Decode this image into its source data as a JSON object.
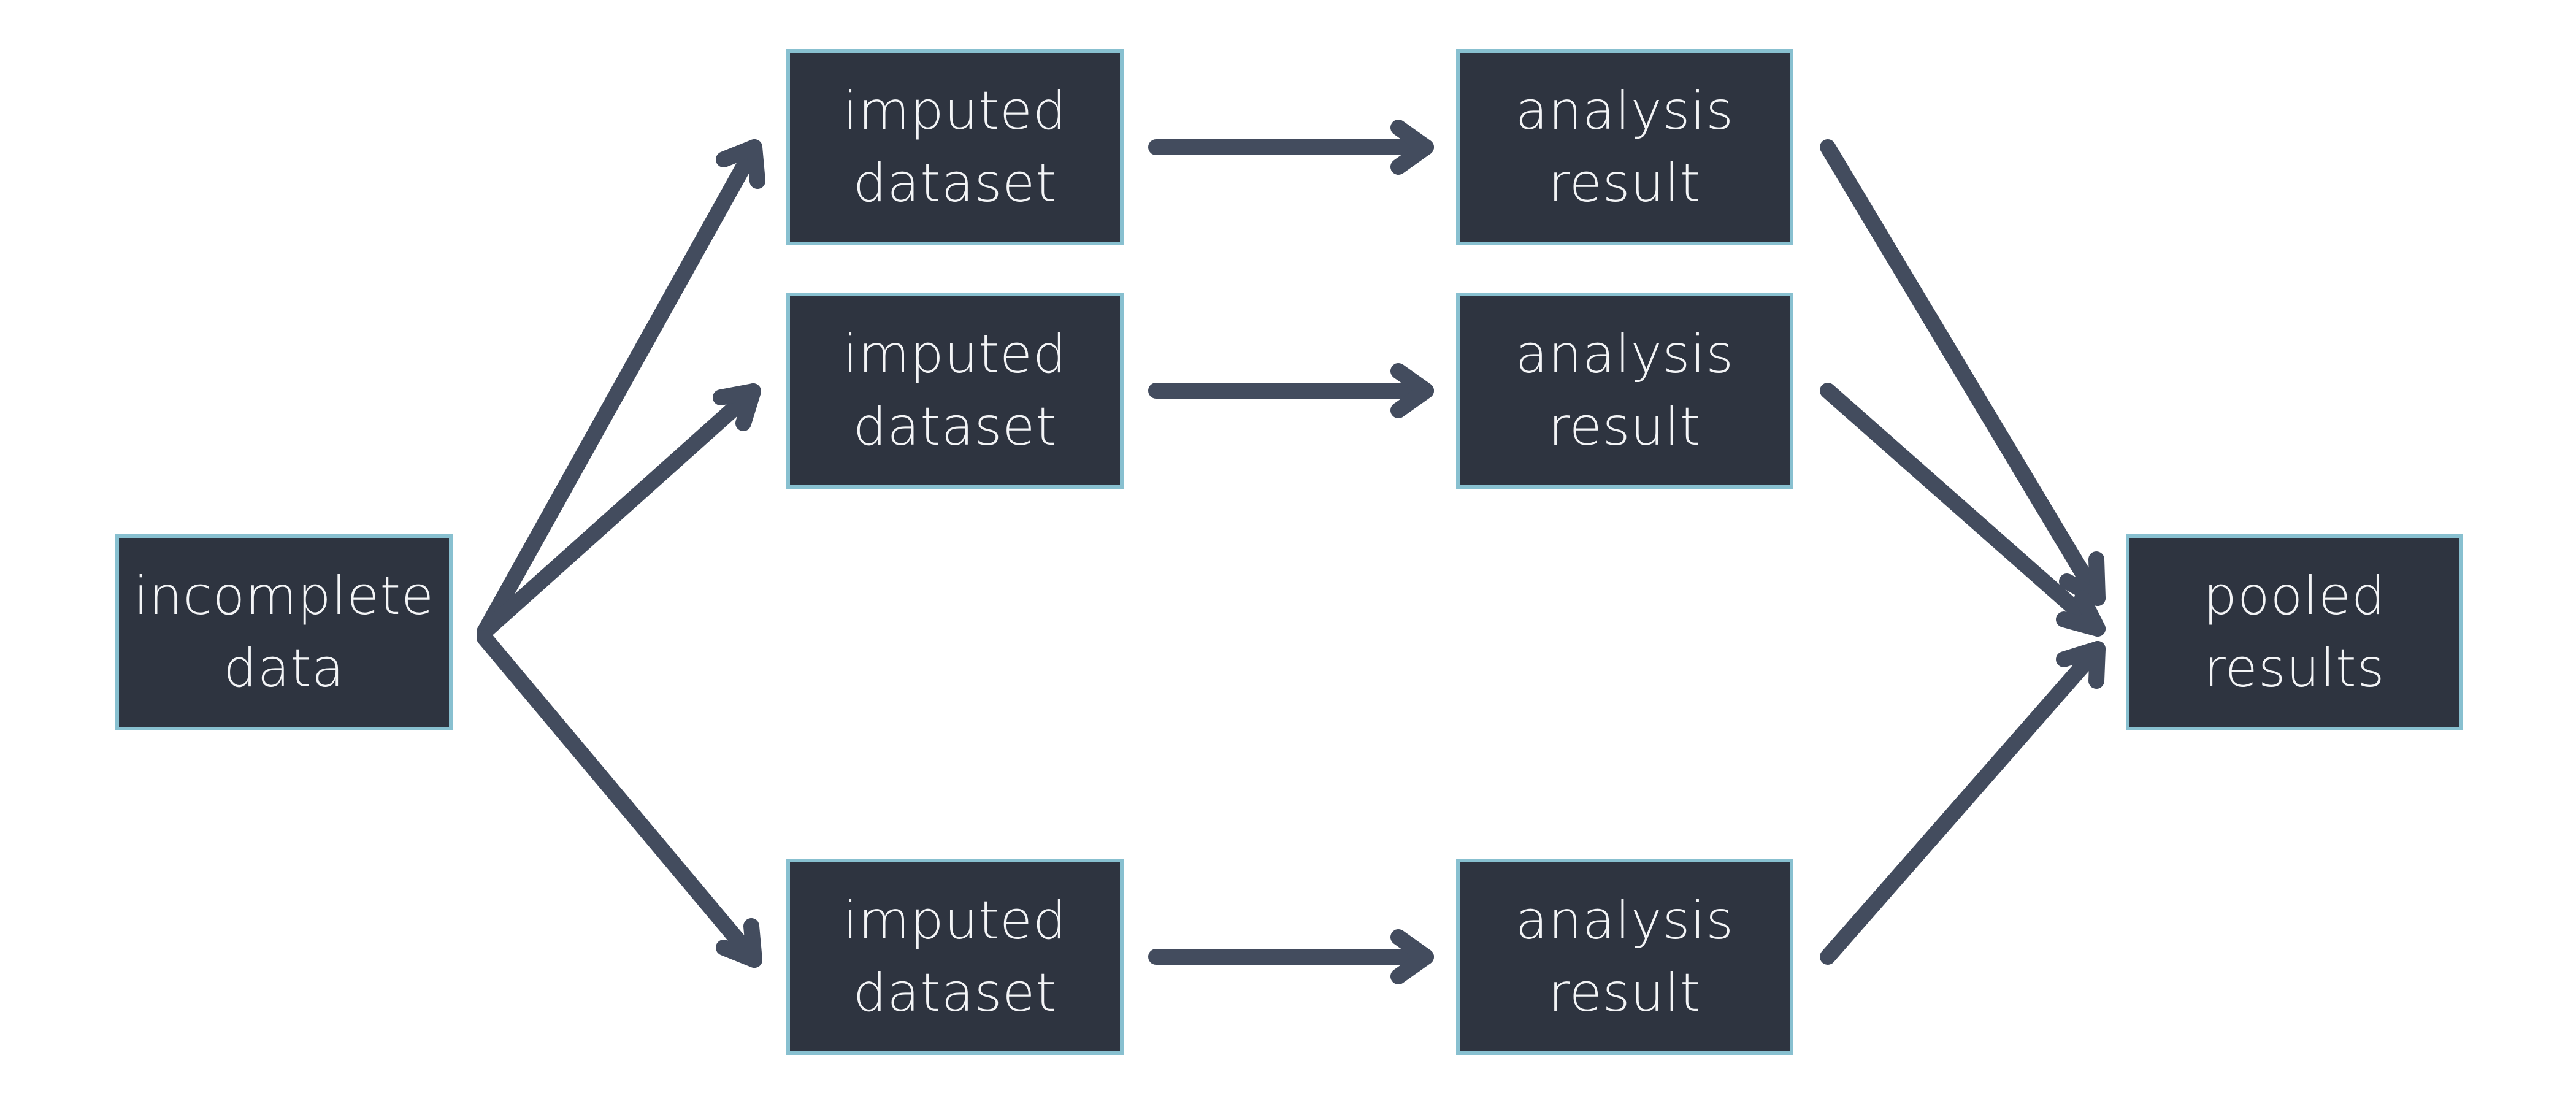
{
  "nodes": {
    "incomplete": "incomplete\ndata",
    "imputed_1": "imputed\ndataset",
    "imputed_2": "imputed\ndataset",
    "imputed_3": "imputed\ndataset",
    "analysis_1": "analysis\nresult",
    "analysis_2": "analysis\nresult",
    "analysis_3": "analysis\nresult",
    "pooled": "pooled\nresults"
  },
  "colors": {
    "box_fill": "#2e3440",
    "box_border": "#88c0d0",
    "text": "#f3f4f6",
    "arrow": "#434c5e",
    "background": "#ffffff"
  }
}
